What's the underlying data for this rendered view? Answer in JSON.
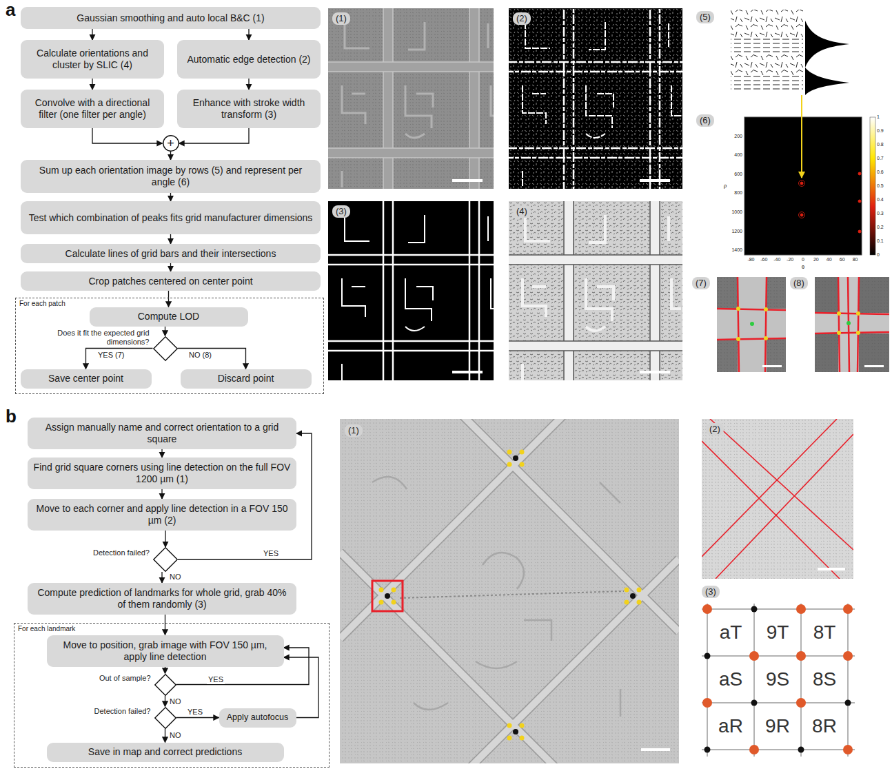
{
  "diagram": {
    "nodes": [
      {
        "text": [
          "Gaussian smoothing and auto local B&C (1)"
        ]
      },
      {
        "text": [
          "Calculate orientations and cluster by SLIC (4)"
        ]
      },
      {
        "text": [
          "Automatic edge detection (2)"
        ]
      },
      {
        "text": [
          "Convolve with a directional filter (one filter per angle)"
        ]
      },
      {
        "text": [
          "Enhance with stroke width transform (3)"
        ]
      },
      {
        "text": [
          "+"
        ]
      },
      {
        "text": [
          "Sum up each orientation image by rows (5) and represent per angle (6)"
        ]
      },
      {
        "text": [
          "Test which combination of peaks fits grid manufacturer dimensions"
        ]
      },
      {
        "text": [
          "Calculate lines of grid bars and their intersections"
        ]
      },
      {
        "text": [
          "Crop patches centered on center point"
        ]
      },
      {
        "text": [
          "For each patch"
        ]
      },
      {
        "text": [
          "Compute LOD"
        ],
        "in": 10
      },
      {
        "text": [
          "Does it fit the expected grid dimensions?"
        ],
        "in": 10
      },
      {
        "text": [
          "Save center point"
        ],
        "in": 10
      },
      {
        "text": [
          "Discard point"
        ],
        "in": 10
      },
      {
        "text": [
          "Assign manually name and correct orientation to a grid square"
        ]
      },
      {
        "text": [
          "Find grid square corners using line detection on the full FOV 1200 µm (1)"
        ]
      },
      {
        "text": [
          "Move to each corner and apply line detection in a FOV 150 µm (2)"
        ]
      },
      {
        "text": [
          "Detection failed?"
        ]
      },
      {
        "text": [
          "Compute prediction of landmarks for whole grid, grab 40% of them randomly (3)"
        ]
      },
      {
        "text": [
          "For each landmark"
        ]
      },
      {
        "text": [
          "Move to position, grab image with FOV 150 µm, apply line detection"
        ],
        "in": 20
      },
      {
        "text": [
          "Out of sample?"
        ],
        "in": 20
      },
      {
        "text": [
          "Detection failed?"
        ],
        "in": 20
      },
      {
        "text": [
          "Apply autofocus"
        ],
        "in": 20
      },
      {
        "text": [
          "Save in map and correct predictions"
        ],
        "in": 20
      }
    ],
    "edges": [
      {
        "from": 0,
        "to": 1,
        "arrow": "to"
      },
      {
        "from": 0,
        "to": 2,
        "arrow": "to"
      },
      {
        "from": 1,
        "to": 3,
        "arrow": "to"
      },
      {
        "from": 2,
        "to": 4,
        "arrow": "to"
      },
      {
        "from": 3,
        "to": 5,
        "arrow": "to"
      },
      {
        "from": 4,
        "to": 5,
        "arrow": "to"
      },
      {
        "from": 5,
        "to": 6,
        "arrow": "to"
      },
      {
        "from": 6,
        "to": 7,
        "arrow": "to"
      },
      {
        "from": 7,
        "to": 8,
        "arrow": "to"
      },
      {
        "from": 8,
        "to": 9,
        "arrow": "to"
      },
      {
        "from": 9,
        "to": 11,
        "arrow": "to"
      },
      {
        "from": 11,
        "to": 12,
        "arrow": "to"
      },
      {
        "from": 12,
        "to": 13,
        "label": "YES (7)",
        "arrow": "to"
      },
      {
        "from": 12,
        "to": 14,
        "label": "NO (8)",
        "arrow": "to"
      },
      {
        "from": 15,
        "to": 16,
        "arrow": "to"
      },
      {
        "from": 16,
        "to": 17,
        "arrow": "to"
      },
      {
        "from": 17,
        "to": 18,
        "arrow": "to"
      },
      {
        "from": 18,
        "to": 15,
        "label": "YES",
        "arrow": "to"
      },
      {
        "from": 18,
        "to": 19,
        "label": "NO",
        "arrow": "to"
      },
      {
        "from": 19,
        "to": 21,
        "arrow": "to"
      },
      {
        "from": 21,
        "to": 22,
        "arrow": "to"
      },
      {
        "from": 22,
        "to": 21,
        "label": "YES",
        "arrow": "to"
      },
      {
        "from": 22,
        "to": 23,
        "label": "NO",
        "arrow": "to"
      },
      {
        "from": 23,
        "to": 24,
        "label": "YES",
        "arrow": "to"
      },
      {
        "from": 24,
        "to": 21,
        "arrow": "to"
      },
      {
        "from": 23,
        "to": 25,
        "label": "NO",
        "arrow": "to"
      }
    ],
    "labels": [
      "a",
      "(1)",
      "(2)",
      "(3)",
      "(4)",
      "(5)",
      "(6)",
      "(7)",
      "(8)",
      "200",
      "400",
      "600",
      "800",
      "1000",
      "1200",
      "1400",
      "ρ",
      "-80",
      "-60",
      "-40",
      "-20",
      "0",
      "20",
      "40",
      "60",
      "80",
      "θ",
      "1",
      "0.9",
      "0.8",
      "0.7",
      "0.6",
      "0.5",
      "0.4",
      "0.3",
      "0.2",
      "0.1",
      "0",
      "b",
      "(1)",
      "(2)",
      "(3)",
      "aT",
      "9T",
      "8T",
      "aS",
      "9S",
      "8S",
      "aR",
      "9R",
      "8R"
    ]
  }
}
